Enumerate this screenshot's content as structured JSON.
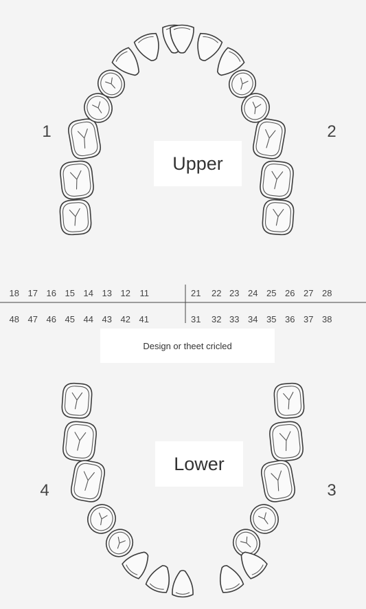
{
  "arch_upper_label": "Upper",
  "arch_lower_label": "Lower",
  "caption": "Design or theet cricled",
  "quadrants": {
    "q1": "1",
    "q2": "2",
    "q3": "3",
    "q4": "4"
  },
  "tooth_numbers": {
    "upper_right": [
      "18",
      "17",
      "16",
      "15",
      "14",
      "13",
      "12",
      "11"
    ],
    "upper_left": [
      "21",
      "22",
      "23",
      "24",
      "25",
      "26",
      "27",
      "28"
    ],
    "lower_right": [
      "48",
      "47",
      "46",
      "45",
      "44",
      "43",
      "42",
      "41"
    ],
    "lower_left": [
      "31",
      "32",
      "33",
      "34",
      "35",
      "36",
      "37",
      "38"
    ]
  }
}
